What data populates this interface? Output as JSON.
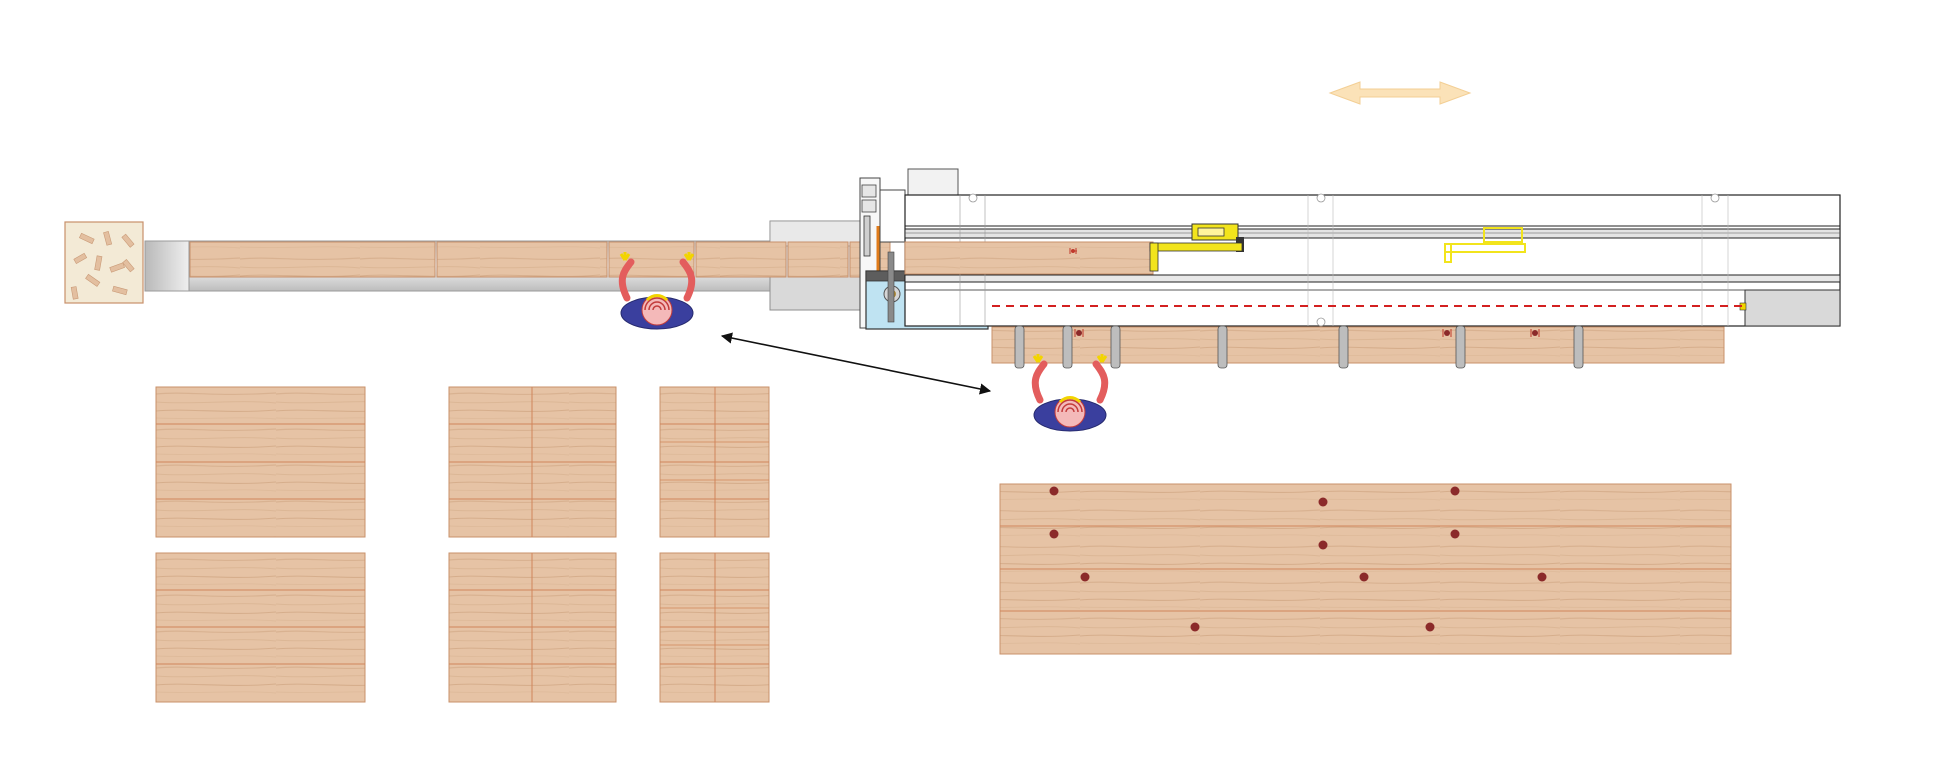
{
  "diagram": {
    "type": "workshop-layout",
    "components": [
      "scrap-bin-icon",
      "roller-conveyor",
      "cross-cut-saw",
      "control-panel",
      "pusher-fence-rail",
      "marking-laser-line",
      "output-table",
      "finished-panel-stacks",
      "operator-icon",
      "movement-arrow"
    ],
    "colors": {
      "wood": "#e6c3a5",
      "wood_edge": "#c8906a",
      "wood_grain": "#d8b08e",
      "drill_mark": "#8b2a2a",
      "laser_line": "#d32020",
      "safety_yellow": "#f2e41c",
      "operator_shirt": "#3a3f9e",
      "operator_arm": "#e35d5d",
      "panel_blue": "#bfe3f2",
      "machine_gray": "#d8d8d8",
      "motion_arrow": "#fbe2b8"
    },
    "counts": {
      "operators": 2,
      "panel_stacks": 6,
      "drill_marks_on_output_table": 11
    }
  }
}
